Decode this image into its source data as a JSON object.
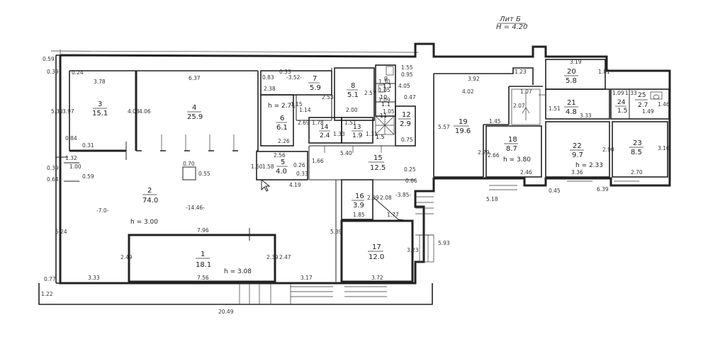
{
  "title": {
    "line1": "Лит Б",
    "line2": "H = 4.20"
  },
  "heights": {
    "h271": "h = 2.71",
    "h300": "h = 3.00",
    "h308": "h = 3.08",
    "h380": "h = 3.80",
    "h233": "h = 2.33"
  },
  "rooms": [
    {
      "num": "1",
      "area": "18.1"
    },
    {
      "num": "2",
      "area": "74.0"
    },
    {
      "num": "3",
      "area": "15.1"
    },
    {
      "num": "4",
      "area": "25.9"
    },
    {
      "num": "5",
      "area": "4.0"
    },
    {
      "num": "6",
      "area": "6.1"
    },
    {
      "num": "7",
      "area": "5.9"
    },
    {
      "num": "8",
      "area": "5.1"
    },
    {
      "num": "9",
      "area": "1.1"
    },
    {
      "num": "10",
      "area": "1.1"
    },
    {
      "num": "11",
      "area": "1.5"
    },
    {
      "num": "12",
      "area": "2.9"
    },
    {
      "num": "13",
      "area": "1.9"
    },
    {
      "num": "14",
      "area": "2.4"
    },
    {
      "num": "15",
      "area": "12.5"
    },
    {
      "num": "16",
      "area": "3.9"
    },
    {
      "num": "17",
      "area": "12.0"
    },
    {
      "num": "18",
      "area": "8.7"
    },
    {
      "num": "19",
      "area": "19.6"
    },
    {
      "num": "20",
      "area": "5.8"
    },
    {
      "num": "21",
      "area": "4.8"
    },
    {
      "num": "22",
      "area": "9.7"
    },
    {
      "num": "23",
      "area": "8.5"
    },
    {
      "num": "24",
      "area": "1.5"
    },
    {
      "num": "25",
      "area": "2.7"
    }
  ],
  "dims": {
    "d0_59": "0.59",
    "d0_39": "0.39",
    "d0_24": "0.24",
    "d3_78": "3.78",
    "d6_37": "6.37",
    "d0_83": "0.83",
    "d0_33a": "0.33",
    "d3_52": "-3.52-",
    "d5_30": "5.30",
    "d3_97": "3.97",
    "d4_03": "4.03",
    "d4_06": "4.06",
    "d2_38": "2.38",
    "d1_15": "1.15",
    "d1_14": "1.14",
    "d2_53": "2.53",
    "d2_57": "2.57",
    "d2_00": "2.00",
    "d2_69": "2.69",
    "d2_26": "2.26",
    "d1_78": "1.78",
    "d1_33": "1.33",
    "d1_51": "1.51",
    "d1_31": "1.31",
    "d0_84": "0.84",
    "d0_31": "0.31",
    "d0_39b": "0.39",
    "d1_32": "1.32",
    "d1_00": "1.00",
    "d0_64": "0.64",
    "d0_59b": "0.59",
    "d0_70": "0.70",
    "d0_55": "0.55",
    "d2_56": "2.56",
    "d1_58": "1.58",
    "d1_60": "1.60",
    "d0_26": "0.26",
    "d0_33b": "0.33",
    "d1_66": "1.66",
    "d5_40": "5.40",
    "d0_75": "0.75",
    "d0_25": "0.25",
    "d0_66": "0.66",
    "d4_19": "4.19",
    "d2_09": "2.09",
    "d2_08": "2.08",
    "d3_85": "-3.85-",
    "d1_85": "1.85",
    "d1_77": "1.77",
    "d7_0": "-7.0-",
    "d14_46": "-14.46-",
    "d5_24": "5.24",
    "d7_96": "7.96",
    "d5_39": "5.39",
    "d2_49": "2.49",
    "d2_39": "2.39",
    "d2_47": "2.47",
    "d3_23": "3.23",
    "d5_93": "5.93",
    "d0_77": "0.77",
    "d3_33": "3.33",
    "d7_56": "7.56",
    "d3_17": "3.17",
    "d3_72": "3.72",
    "d1_22": "1.22",
    "d20_49": "20.49",
    "d1_30": "1.30",
    "d1_05a": "1.05",
    "d1_05b": "1.05",
    "d1_09a": "1.09",
    "d4_05": "4.05",
    "d1_55": "1.55",
    "d0_95": "0.95",
    "d0_47": "0.47",
    "d3_92": "3.92",
    "d1_23": "1.23",
    "d4_02": "4.02",
    "d1_07": "1.07",
    "d5_57": "5.57",
    "d1_45": "1.45",
    "d2_07": "2.07",
    "d2_79": "2.79",
    "d2_66": "2.66",
    "d2_46": "2.46",
    "d5_18": "5.18",
    "d3_19": "3.19",
    "d1_81": "1.81",
    "d1_09b": "1.09",
    "d1_33b": "1.33",
    "d1_49": "1.49",
    "d1_46": "1.46",
    "d1_51b": "1.51",
    "d3_33b": "3.33",
    "d2_90": "2.90",
    "d3_16": "3.16",
    "d3_36": "3.36",
    "d2_70": "2.70",
    "d0_45": "0.45",
    "d6_39": "6.39"
  }
}
